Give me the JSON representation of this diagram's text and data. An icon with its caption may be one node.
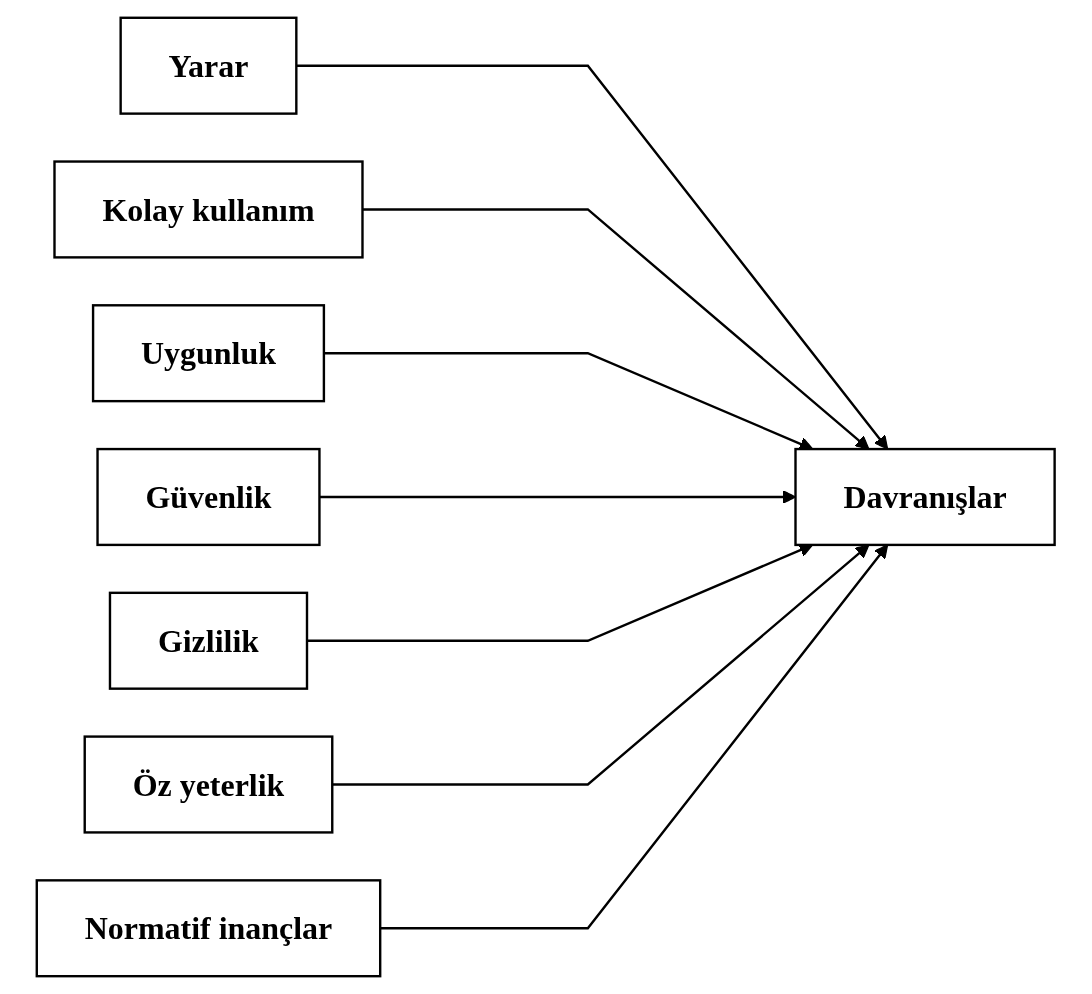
{
  "diagram": {
    "nodes": [
      {
        "text": [
          "Yarar"
        ]
      },
      {
        "text": [
          "Kolay kullanım"
        ]
      },
      {
        "text": [
          "Uygunluk"
        ]
      },
      {
        "text": [
          "Güvenlik"
        ]
      },
      {
        "text": [
          "Gizlilik"
        ]
      },
      {
        "text": [
          "Öz yeterlik"
        ]
      },
      {
        "text": [
          "Normatif inançlar"
        ]
      },
      {
        "text": [
          "Davranışlar"
        ]
      }
    ],
    "edges": [
      {
        "from": 0,
        "to": 7,
        "arrow": "to"
      },
      {
        "from": 1,
        "to": 7,
        "arrow": "to"
      },
      {
        "from": 2,
        "to": 7,
        "arrow": "to"
      },
      {
        "from": 3,
        "to": 7,
        "arrow": "to"
      },
      {
        "from": 4,
        "to": 7,
        "arrow": "to"
      },
      {
        "from": 5,
        "to": 7,
        "arrow": "to"
      },
      {
        "from": 6,
        "to": 7,
        "arrow": "to"
      }
    ]
  }
}
